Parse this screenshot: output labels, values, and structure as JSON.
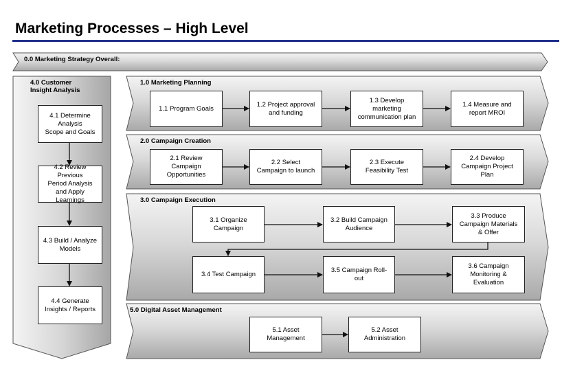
{
  "title": "Marketing Processes – High Level",
  "strategy": {
    "label": "0.0 Marketing Strategy Overall:"
  },
  "customer": {
    "label": "4.0 Customer\nInsight Analysis",
    "steps": [
      "4.1 Determine\nAnalysis\nScope and Goals",
      "4.2 Review Previous\nPeriod Analysis\nand Apply Learnings",
      "4.3 Build / Analyze\nModels",
      "4.4 Generate\nInsights / Reports"
    ]
  },
  "planning": {
    "label": "1.0 Marketing Planning",
    "steps": [
      "1.1 Program Goals",
      "1.2 Project approval\nand funding",
      "1.3 Develop\nmarketing\ncommunication plan",
      "1.4 Measure and\nreport MROI"
    ]
  },
  "creation": {
    "label": "2.0 Campaign Creation",
    "steps": [
      "2.1 Review\nCampaign\nOpportunities",
      "2.2 Select\nCampaign to launch",
      "2.3 Execute\nFeasibility Test",
      "2.4 Develop\nCampaign Project\nPlan"
    ]
  },
  "execution": {
    "label": "3.0 Campaign Execution",
    "steps": [
      "3.1 Organize\nCampaign",
      "3.2 Build Campaign\nAudience",
      "3.3 Produce\nCampaign Materials\n& Offer",
      "3.4 Test Campaign",
      "3.5 Campaign Roll-\nout",
      "3.6 Campaign\nMonitoring &\nEvaluation"
    ]
  },
  "asset": {
    "label": "5.0 Digital Asset Management",
    "steps": [
      "5.1 Asset\nManagement",
      "5.2 Asset\nAdministration"
    ]
  }
}
